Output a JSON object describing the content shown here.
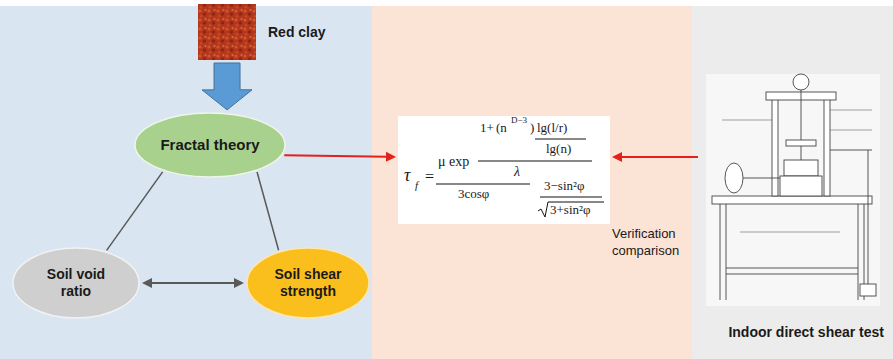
{
  "diagram": {
    "nodes": [
      {
        "text": [
          "Red clay"
        ]
      },
      {
        "text": [
          "Fractal theory"
        ]
      },
      {
        "text": [
          "Soil void ratio"
        ]
      },
      {
        "text": [
          "Soil shear strength"
        ]
      },
      {
        "text": [
          "τ",
          "f",
          "=",
          "μ exp",
          "1+",
          "(n",
          "D−3",
          ")",
          "lg(l/r)",
          "lg(n)",
          "λ",
          "3cosφ",
          "3−sin²φ",
          "3+sin²φ"
        ]
      },
      {
        "text": [
          "Indoor direct shear test"
        ]
      }
    ],
    "edges": [
      {
        "from": 0,
        "to": 1,
        "arrow": "to"
      },
      {
        "from": 1,
        "to": 2,
        "arrow": "none"
      },
      {
        "from": 1,
        "to": 3,
        "arrow": "none"
      },
      {
        "from": 2,
        "to": 3,
        "arrow": "both"
      },
      {
        "from": 1,
        "to": 4,
        "arrow": "to"
      },
      {
        "from": 5,
        "to": 4,
        "label": "Verification comparison",
        "arrow": "to"
      }
    ]
  }
}
